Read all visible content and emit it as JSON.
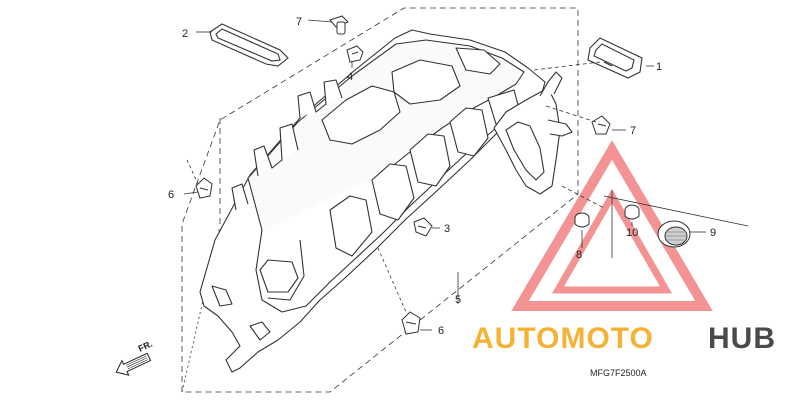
{
  "diagram": {
    "callouts": {
      "p1": "1",
      "p2": "2",
      "p3": "3",
      "p4": "4",
      "p5": "5",
      "p6a": "6",
      "p6b": "6",
      "p7a": "7",
      "p7b": "7",
      "p8": "8",
      "p9": "9",
      "p10": "10"
    },
    "front_marker": "FR.",
    "drawing_code": "MFG7F2500A"
  },
  "watermark": {
    "word_a": "AUTOMOTO",
    "word_b": "HUB",
    "colors": {
      "triangle": "#f07070",
      "word_a": "#f5b335",
      "word_b": "#4a4a4a"
    }
  },
  "colors": {
    "line": "#333333"
  }
}
